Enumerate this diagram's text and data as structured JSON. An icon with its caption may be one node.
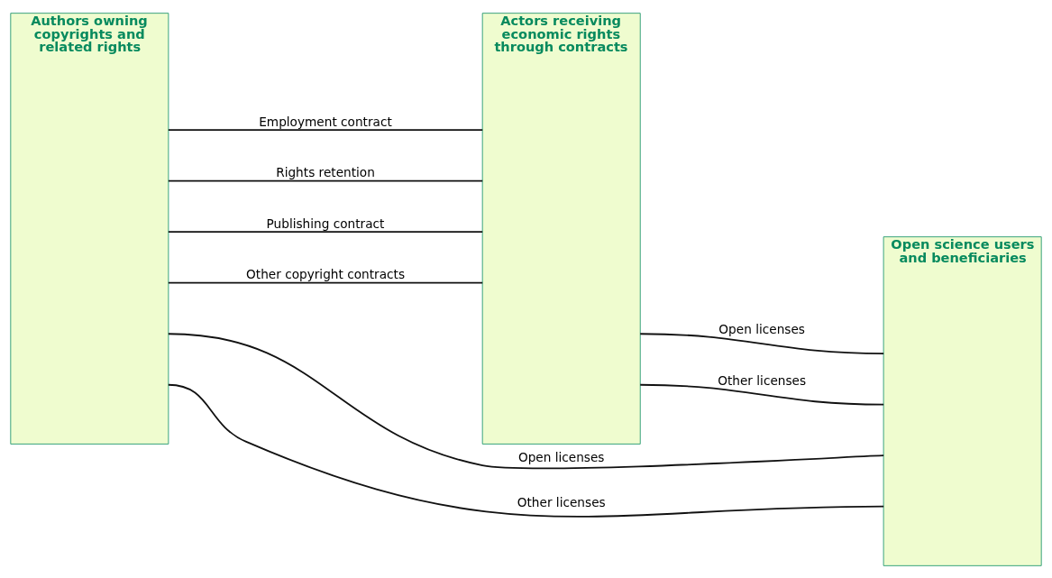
{
  "diagram": {
    "nodes": [
      {
        "text": [
          "Authors owning copyrights and related rights"
        ]
      },
      {
        "text": [
          "Actors receiving economic rights through contracts"
        ]
      },
      {
        "text": [
          "Open science users and beneficiaries"
        ]
      }
    ],
    "edges": [
      {
        "from": 0,
        "to": 1,
        "arrow": "none",
        "label": "Employment contract"
      },
      {
        "from": 0,
        "to": 1,
        "arrow": "none",
        "label": "Rights retention"
      },
      {
        "from": 0,
        "to": 1,
        "arrow": "none",
        "label": "Publishing contract"
      },
      {
        "from": 0,
        "to": 1,
        "arrow": "none",
        "label": "Other copyright contracts"
      },
      {
        "from": 1,
        "to": 2,
        "arrow": "none",
        "label": "Open licenses"
      },
      {
        "from": 1,
        "to": 2,
        "arrow": "none",
        "label": "Other licenses"
      },
      {
        "from": 0,
        "to": 2,
        "arrow": "none",
        "label": "Open licenses"
      },
      {
        "from": 0,
        "to": 2,
        "arrow": "none",
        "label": "Other licenses"
      }
    ]
  }
}
